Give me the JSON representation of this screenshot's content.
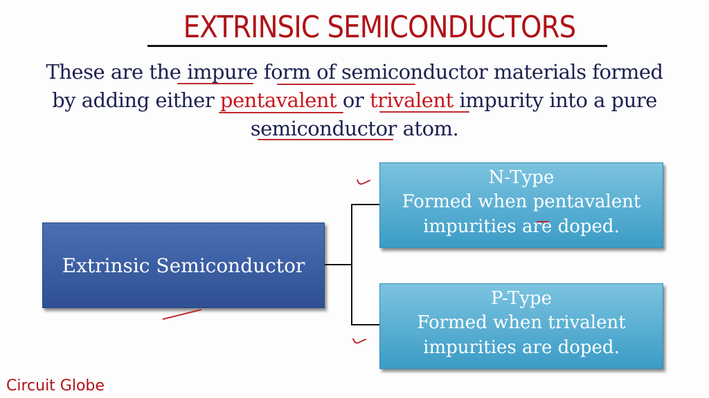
{
  "title": "EXTRINSIC SEMICONDUCTORS",
  "description": {
    "line1": {
      "pre": "These are the impure form of semiconductor materials formed"
    },
    "line2": {
      "pre": "by adding either ",
      "red1": "pentavalent",
      "mid": " or ",
      "red2": "trivalent",
      "post": " impurity into a pure"
    },
    "line3": "semiconductor atom."
  },
  "diagram": {
    "root": {
      "label": "Extrinsic Semiconductor"
    },
    "children": [
      {
        "heading": "N-Type",
        "body_line1": "Formed when pentavalent",
        "body_line2": "impurities are doped."
      },
      {
        "heading": "P-Type",
        "body_line1": "Formed when trivalent",
        "body_line2": "impurities are doped."
      }
    ]
  },
  "footer": {
    "brand": "Circuit Globe"
  },
  "colors": {
    "title": "#b01218",
    "text": "#1c2050",
    "root_box": "#3a5ca3",
    "child_box": "#5aaed4",
    "annotation": "#c0282c"
  }
}
